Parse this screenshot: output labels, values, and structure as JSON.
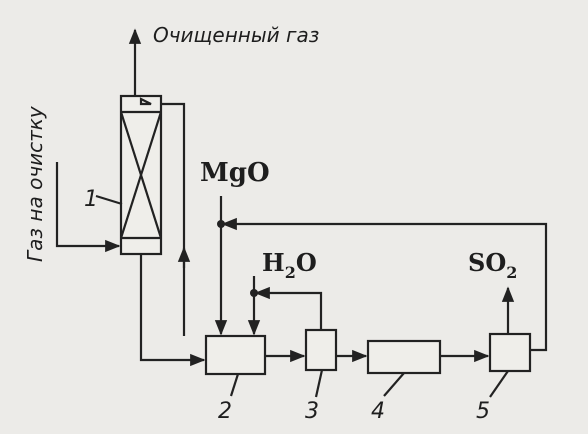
{
  "labels": {
    "clean_gas": "Очищенный газ",
    "gas_in": "Газ на очистку",
    "mgo": {
      "main": "MgO"
    },
    "h2o": {
      "a": "H",
      "sub": "2",
      "b": "O"
    },
    "so2": {
      "a": "SO",
      "sub": "2"
    }
  },
  "units": [
    {
      "id": "1",
      "label": "1"
    },
    {
      "id": "2",
      "label": "2"
    },
    {
      "id": "3",
      "label": "3"
    },
    {
      "id": "4",
      "label": "4"
    },
    {
      "id": "5",
      "label": "5"
    }
  ],
  "colors": {
    "ink": "#222222",
    "paper": "#ecebe8"
  }
}
